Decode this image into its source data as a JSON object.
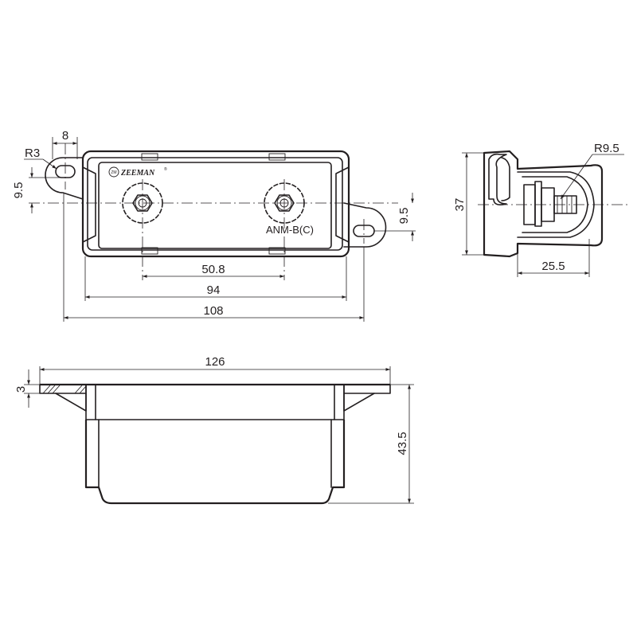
{
  "brand": {
    "name": "ZEEMAN",
    "registered_mark": "®",
    "emblem_text": "ZM"
  },
  "top_view": {
    "model_label": "ANM-B(C)",
    "dims": {
      "bolt_spacing": "50.8",
      "body_length": "94",
      "mount_hole_spacing": "108",
      "tab_width": "8",
      "hole_radius": "R3",
      "left_hole_offset": "9.5",
      "right_hole_offset": "9.5"
    }
  },
  "side_view": {
    "dims": {
      "height": "37",
      "radius": "R9.5",
      "depth": "25.5"
    }
  },
  "front_view": {
    "dims": {
      "overall_length": "126",
      "flange_thickness": "3",
      "overall_height": "43.5"
    }
  }
}
